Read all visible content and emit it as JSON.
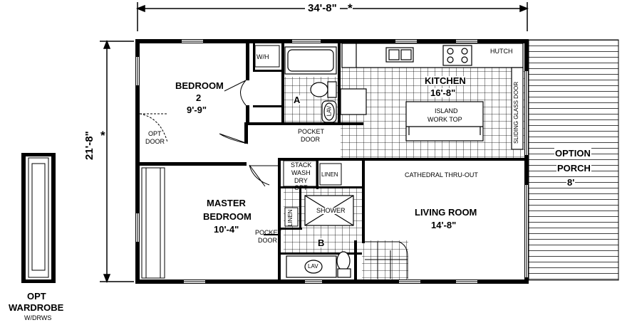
{
  "dimensions": {
    "width": "34'-8\"",
    "width_mark": "*",
    "depth": "21'-8\"",
    "depth_mark": "*"
  },
  "rooms": {
    "bedroom2": {
      "name": "BEDROOM",
      "number": "2",
      "size": "9'-9\""
    },
    "kitchen": {
      "name": "KITCHEN",
      "size": "16'-8\""
    },
    "master": {
      "name1": "MASTER",
      "name2": "BEDROOM",
      "size": "10'-4\""
    },
    "living": {
      "name": "LIVING ROOM",
      "size": "14'-8\""
    },
    "porch": {
      "name1": "OPTION",
      "name2": "PORCH",
      "size": "8'"
    },
    "bath_a": "A",
    "bath_b": "B"
  },
  "labels": {
    "wh": "W/H",
    "hutch": "HUTCH",
    "island1": "ISLAND",
    "island2": "WORK TOP",
    "sliding_door": "SLIDING GLASS DOOR",
    "pocket_door_top1": "POCKET",
    "pocket_door_top2": "DOOR",
    "opt_door1": "OPT",
    "opt_door2": "DOOR",
    "stack1": "STACK",
    "stack2": "WASH",
    "stack3": "DRY",
    "stack4": "OPT",
    "linen1": "LINEN",
    "linen2": "LINEN",
    "shower": "SHOWER",
    "cathedral": "CATHEDRAL THRU-OUT",
    "pocket_door_btm1": "POCKET",
    "pocket_door_btm2": "DOOR",
    "lav_a": "LAV",
    "lav_b": "LAV"
  },
  "wardrobe": {
    "line1": "OPT",
    "line2": "WARDROBE",
    "line3": "W/DRWS"
  }
}
